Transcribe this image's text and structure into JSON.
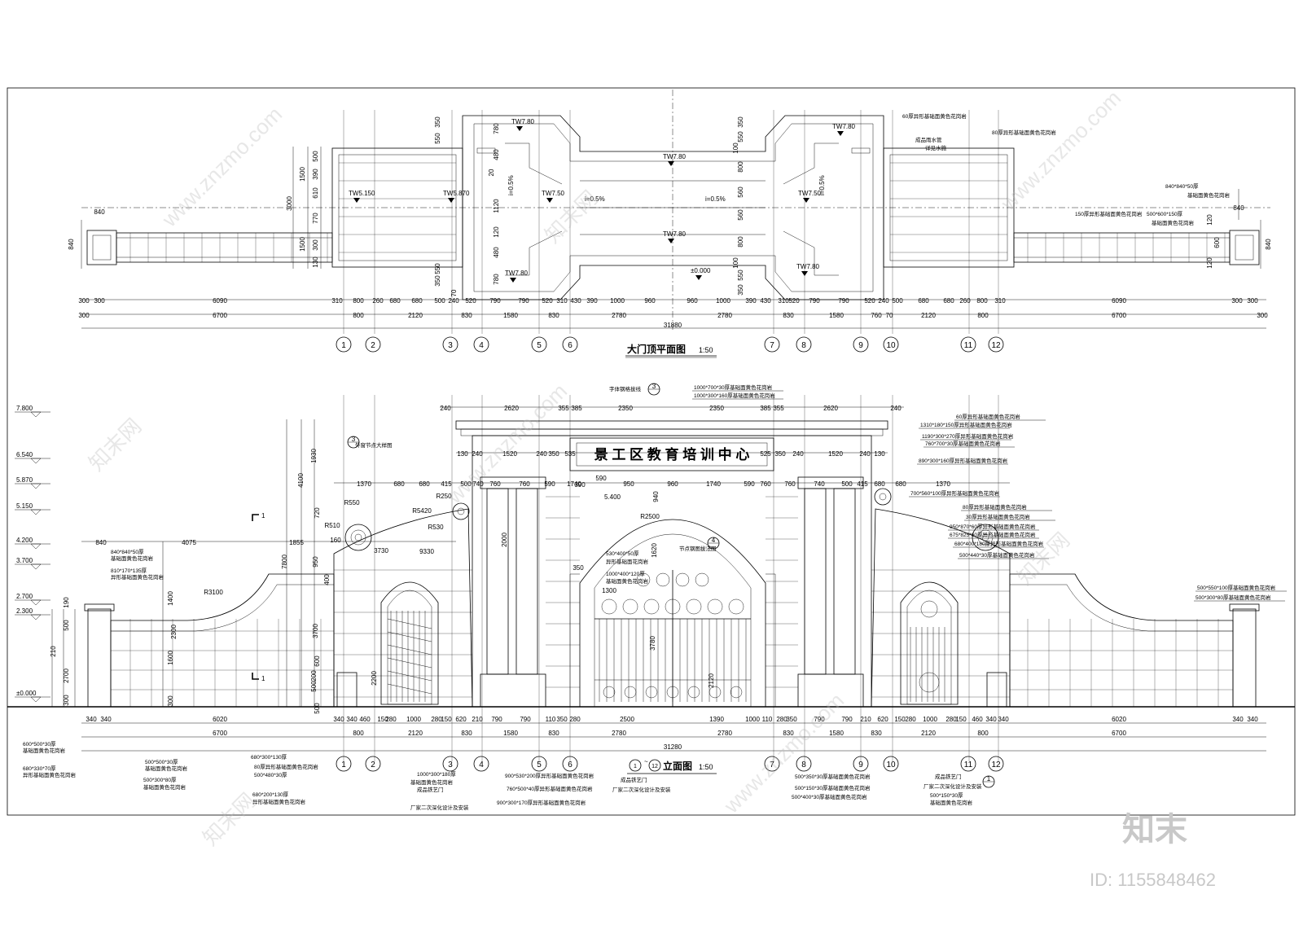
{
  "plan": {
    "title": "大门顶平面图",
    "scale": "1:50",
    "spot_levels": [
      "TW7.80",
      "TW7.80",
      "TW7.80",
      "TW7.80",
      "TW7.80",
      "TW7.80",
      "TW5.150",
      "TW5.870",
      "TW7.50",
      "TW7.50",
      "±0.000"
    ],
    "slopes": [
      "i=0.5%",
      "i=0.5%",
      "i=0.5%",
      "i=0.5%"
    ],
    "dims_row1": [
      "300",
      "300",
      "6090",
      "310",
      "800",
      "260",
      "680",
      "680",
      "500",
      "240",
      "520",
      "790",
      "790",
      "520",
      "310",
      "430",
      "390",
      "1000",
      "960",
      "960",
      "1000",
      "390",
      "430",
      "310",
      "520",
      "790",
      "790",
      "520",
      "240",
      "500",
      "680",
      "680",
      "260",
      "800",
      "310",
      "6090",
      "300",
      "300"
    ],
    "dims_row2": [
      "300",
      "6700",
      "800",
      "2120",
      "830",
      "1580",
      "830",
      "2780",
      "2780",
      "830",
      "1580",
      "760",
      "70",
      "2120",
      "800",
      "6700",
      "300"
    ],
    "total": "31880",
    "left_dims": [
      "840",
      "840",
      "3000",
      "1500",
      "1500",
      "500",
      "390",
      "610",
      "770",
      "300",
      "130",
      "550",
      "350",
      "350",
      "550"
    ],
    "inner_dims": [
      "780",
      "480",
      "20",
      "1120",
      "120",
      "480",
      "780",
      "70"
    ],
    "right_dims": [
      "350",
      "550",
      "100",
      "800",
      "560",
      "560",
      "800",
      "100",
      "550",
      "350",
      "120",
      "600",
      "120",
      "840",
      "840"
    ],
    "notes": [
      "60厚异形基础面黄色花岗岩",
      "成品雨水管",
      "80厚异形基础面黄色花岗岩",
      "详见水施",
      "840*840*50厚",
      "基础面黄色花岗岩",
      "150厚异形基础面黄色花岗岩",
      "500*600*150厚",
      "基础面黄色花岗岩"
    ]
  },
  "axes": [
    "1",
    "2",
    "3",
    "4",
    "5",
    "6",
    "7",
    "8",
    "9",
    "10",
    "11",
    "12"
  ],
  "elevation": {
    "title": "立面图",
    "axis_label_from": "1",
    "axis_label_to": "12",
    "scale": "1:50",
    "levels": [
      "7.800",
      "6.540",
      "5.870",
      "5.150",
      "4.200",
      "3.700",
      "2.700",
      "2.300",
      "±0.000"
    ],
    "sign_text": "景  工  区  教  育  培  训  中  心",
    "top_dims": [
      "240",
      "2620",
      "355",
      "385",
      "2350",
      "2350",
      "385",
      "355",
      "2620",
      "240"
    ],
    "mid_dims": [
      "130",
      "240",
      "1520",
      "240",
      "350",
      "535",
      "525",
      "350",
      "240",
      "1520",
      "240",
      "130"
    ],
    "arch_dims": [
      "1370",
      "680",
      "680",
      "415",
      "500",
      "740",
      "760",
      "760",
      "590",
      "1740",
      "950",
      "960",
      "1740",
      "590",
      "760",
      "760",
      "740",
      "500",
      "415",
      "680",
      "680",
      "1370"
    ],
    "left_top": [
      "840",
      "4075",
      "1855",
      "3730",
      "R550",
      "R510",
      "R5420",
      "R250",
      "R3100",
      "9330",
      "R530",
      "160",
      "1930",
      "4100",
      "720",
      "950",
      "400",
      "1400",
      "7800",
      "3700",
      "2300",
      "600",
      "1600",
      "500",
      "500",
      "500",
      "190",
      "210",
      "2700",
      "300",
      "200",
      "2200",
      "2000",
      "300"
    ],
    "gate_dims": [
      "R2500",
      "5.400",
      "1620",
      "3780",
      "940",
      "590",
      "390",
      "350",
      "1300",
      "2120"
    ],
    "bottom_dims1": [
      "340",
      "340",
      "6020",
      "340",
      "340",
      "460",
      "150",
      "280",
      "1000",
      "280",
      "150",
      "620",
      "210",
      "790",
      "790",
      "110",
      "350",
      "280",
      "2500",
      "1390",
      "1000",
      "110",
      "280",
      "350",
      "790",
      "790",
      "210",
      "620",
      "150",
      "280",
      "1000",
      "280",
      "150",
      "460",
      "340",
      "340",
      "6020",
      "340",
      "340"
    ],
    "bottom_dims2": [
      "6700",
      "800",
      "2120",
      "830",
      "1580",
      "830",
      "2780",
      "2780",
      "830",
      "1580",
      "830",
      "2120",
      "800",
      "6700"
    ],
    "total": "31280",
    "right_notes": [
      "1000*700*30厚基础面黄色花岗岩",
      "1000*300*160厚基础面黄色花岗岩",
      "60厚异形基础面黄色花岗岩",
      "1310*180*150厚异形基础面黄色花岗岩",
      "1190*300*270厚异形基础面黄色花岗岩",
      "760*700*30厚基础面黄色花岗岩",
      "890*300*160厚异形基础面黄色花岗岩",
      "700*560*100厚异形基础面黄色花岗岩",
      "80厚异形基础面黄色花岗岩",
      "30厚异形基础面黄色花岗岩",
      "950*870*60厚异形基础面黄色花岗岩",
      "675*825*60厚异形基础面黄色花岗岩",
      "680*400*180厚异形基础面黄色花岗岩",
      "500*440*30厚基础面黄色花岗岩",
      "500*550*100厚基础面黄色花岗岩",
      "500*300*80厚基础面黄色花岗岩"
    ],
    "left_notes": [
      "840*840*50厚",
      "基础面黄色花岗岩",
      "810*170*135厚",
      "异形基础面黄色花岗岩",
      "600*500*30厚",
      "基础面黄色花岗岩",
      "680*330*70厚",
      "异形基础面黄色花岗岩",
      "500*500*30厚",
      "基础面黄色花岗岩",
      "680*300*130厚",
      "80厚异形基础面黄色花岗岩",
      "500*480*30厚",
      "500*300*80厚",
      "基础面黄色花岗岩",
      "680*200*130厚",
      "异形基础面黄色花岗岩"
    ],
    "center_notes": [
      "字体钢格拔线",
      "外窗节点大样图",
      "节点钢图拔法图",
      "530*400*50厚",
      "异形基础面花岗岩",
      "1000*400*120厚",
      "基础面黄色花岗岩",
      "1000*300*180厚",
      "基础面黄色花岗岩",
      "成品铁艺门",
      "厂家二次深化设计及安装",
      "900*530*200厚异形基础面黄色花岗岩",
      "760*500*40厚异形基础面黄色花岗岩",
      "900*300*170厚异形基础面黄色花岗岩",
      "成品铁艺门",
      "厂家二次深化设计及安装",
      "500*350*30厚基础面黄色花岗岩",
      "500*150*30厚基础面黄色花岗岩",
      "500*400*30厚基础面黄色花岗岩",
      "成品铁艺门",
      "厂家二次深化设计及安装",
      "500*150*30厚",
      "基础面黄色花岗岩"
    ],
    "callouts": [
      "3",
      "3",
      "4",
      "1"
    ],
    "section_marks": [
      "1",
      "1"
    ]
  },
  "watermarks": [
    "www.znzmo.com",
    "知末网"
  ],
  "brand": "知末",
  "image_id": "ID: 1155848462"
}
